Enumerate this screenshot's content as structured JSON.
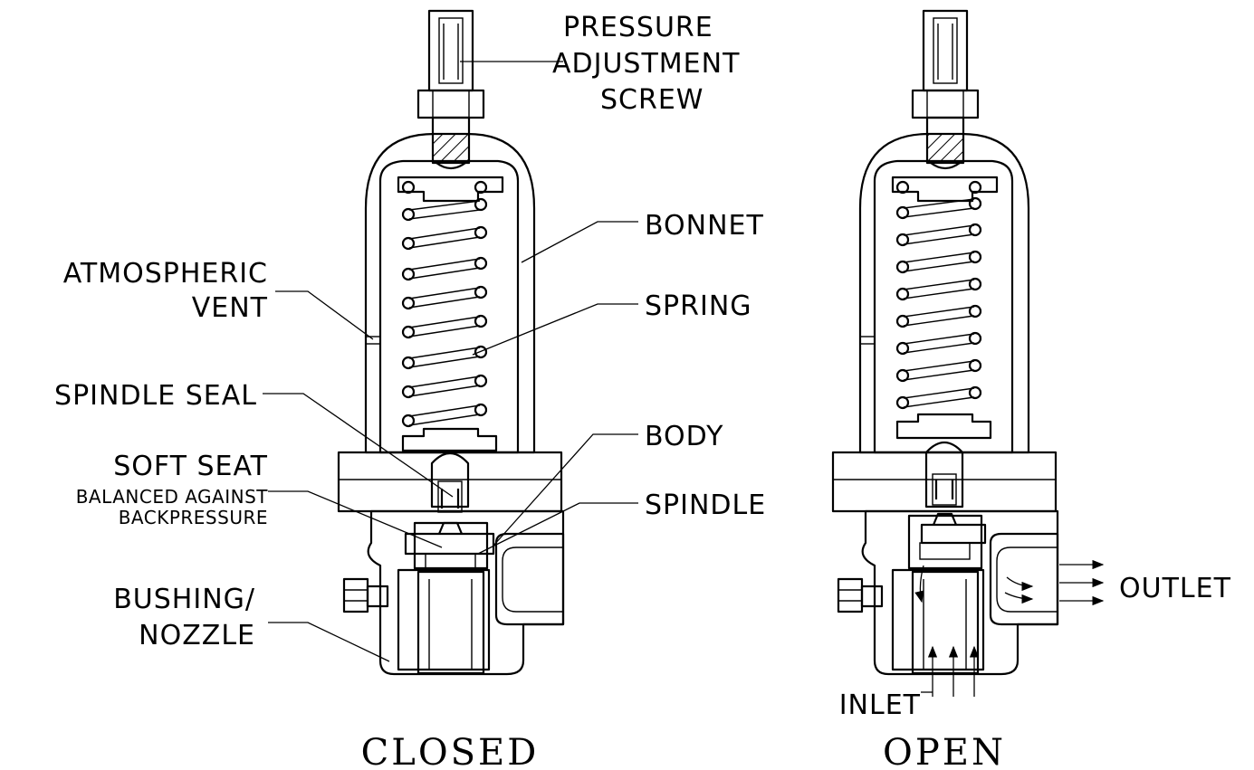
{
  "labels": {
    "pressure": "PRESSURE",
    "adjustment": "ADJUSTMENT",
    "screw": "SCREW",
    "bonnet": "BONNET",
    "atmospheric": "ATMOSPHERIC",
    "vent": "VENT",
    "spring": "SPRING",
    "spindle_seal": "SPINDLE SEAL",
    "body": "BODY",
    "soft_seat": "SOFT SEAT",
    "balanced_against": "BALANCED AGAINST",
    "backpressure": "BACKPRESSURE",
    "spindle": "SPINDLE",
    "bushing": "BUSHING/",
    "nozzle": "NOZZLE",
    "outlet": "OUTLET",
    "inlet": "INLET"
  },
  "captions": {
    "closed": "CLOSED",
    "open": "OPEN"
  },
  "colors": {
    "line": "#000000",
    "background": "#ffffff"
  }
}
